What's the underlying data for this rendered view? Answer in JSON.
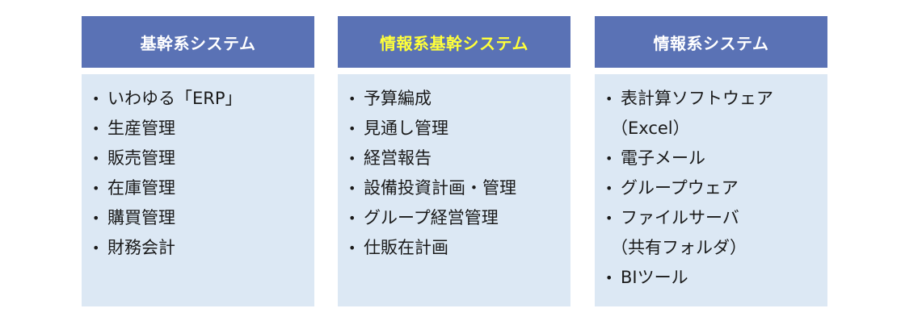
{
  "columns": [
    {
      "title": "基幹系システム",
      "highlight": false,
      "items": [
        "いわゆる「ERP」",
        "生産管理",
        "販売管理",
        "在庫管理",
        "購買管理",
        "財務会計"
      ]
    },
    {
      "title": "情報系基幹システム",
      "highlight": true,
      "items": [
        "予算編成",
        "見通し管理",
        "経営報告",
        "設備投資計画・管理",
        "グループ経営管理",
        "仕販在計画"
      ]
    },
    {
      "title": "情報系システム",
      "highlight": false,
      "items": [
        "表計算ソフトウェア",
        "（Excel）",
        "電子メール",
        "グループウェア",
        "ファイルサーバ",
        "（共有フォルダ）",
        "BIツール"
      ]
    }
  ],
  "colors": {
    "header_bg": "#5a72b5",
    "header_text": "#ffffff",
    "header_highlight_text": "#ffff3a",
    "body_bg": "#dce8f4"
  },
  "bullet": "•"
}
